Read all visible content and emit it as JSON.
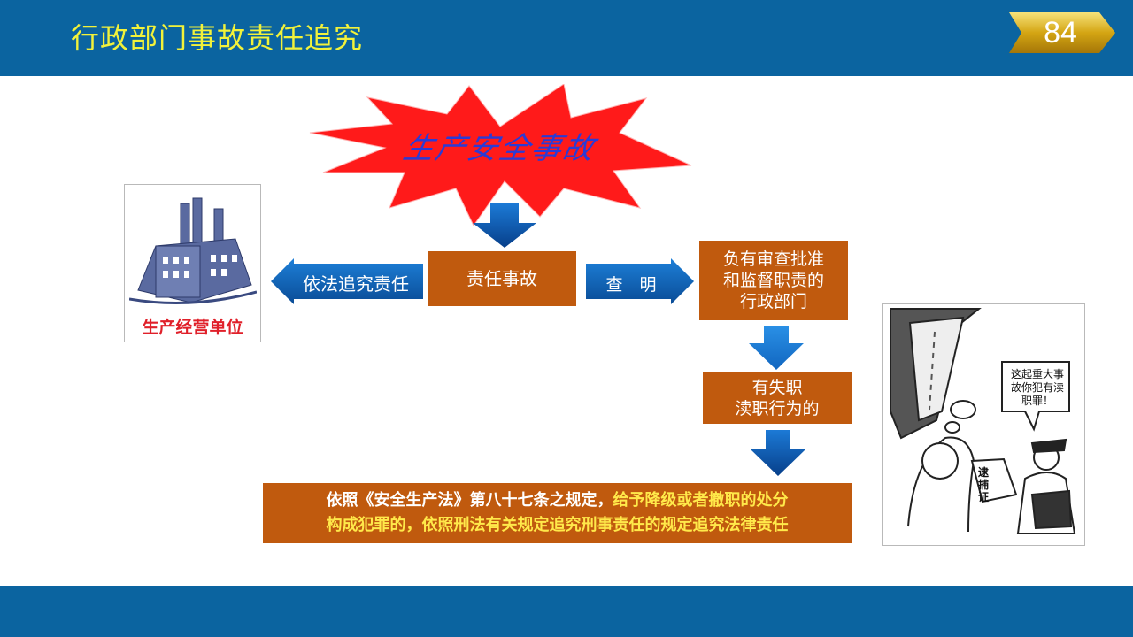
{
  "header": {
    "title": "行政部门事故责任追究",
    "page_number": "84"
  },
  "burst": {
    "text": "生产安全事故"
  },
  "factory": {
    "label": "生产经营单位"
  },
  "flow": {
    "pursue_label": "依法追究责任",
    "responsibility_box": "责任事故",
    "ascertain_label": "查　明",
    "dept_box_lines": [
      "负有审查批准",
      "和监督职责的",
      "行政部门"
    ],
    "fault_box_lines": [
      "有失职",
      "渎职行为的"
    ]
  },
  "law": {
    "line1_normal": "依照《安全生产法》第八十七条之规定，",
    "line1_highlight": "给予降级或者撤职的处分",
    "line2_highlight": "构成犯罪的，依照刑法有关规定追究刑事责任的规定追究法律责任"
  },
  "cartoon": {
    "bubble_lines": [
      "这起重大事",
      "故你犯有渎",
      "职罪！"
    ],
    "sign_lines": [
      "逮",
      "捕",
      "证"
    ]
  },
  "colors": {
    "header_blue": "#0b64a0",
    "title_yellow": "#f2f23a",
    "box_orange": "#c05a0e",
    "arrow_blue": "#0a5aa8",
    "burst_red": "#ff1a1a"
  }
}
